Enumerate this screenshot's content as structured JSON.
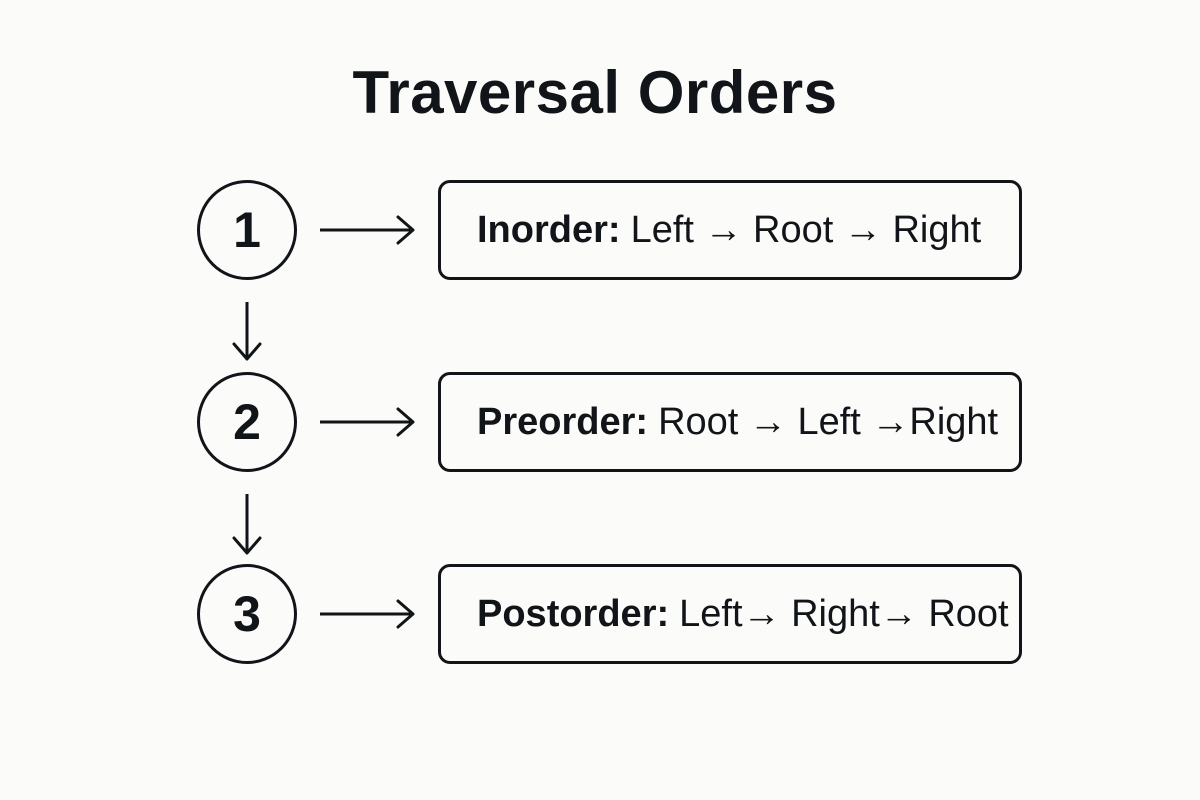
{
  "title": "Traversal Orders",
  "steps": [
    {
      "number": "1",
      "name": "Inorder",
      "sequence": "Left → Root → Right"
    },
    {
      "number": "2",
      "name": "Preorder",
      "sequence": "Root → Left →Right"
    },
    {
      "number": "3",
      "name": "Postorder",
      "sequence": "Left→ Right→ Root"
    }
  ],
  "colors": {
    "background": "#fbfbf9",
    "ink": "#111418"
  },
  "icons": {
    "horizontal_arrow": "arrow-right-icon",
    "vertical_arrow": "arrow-down-icon"
  }
}
